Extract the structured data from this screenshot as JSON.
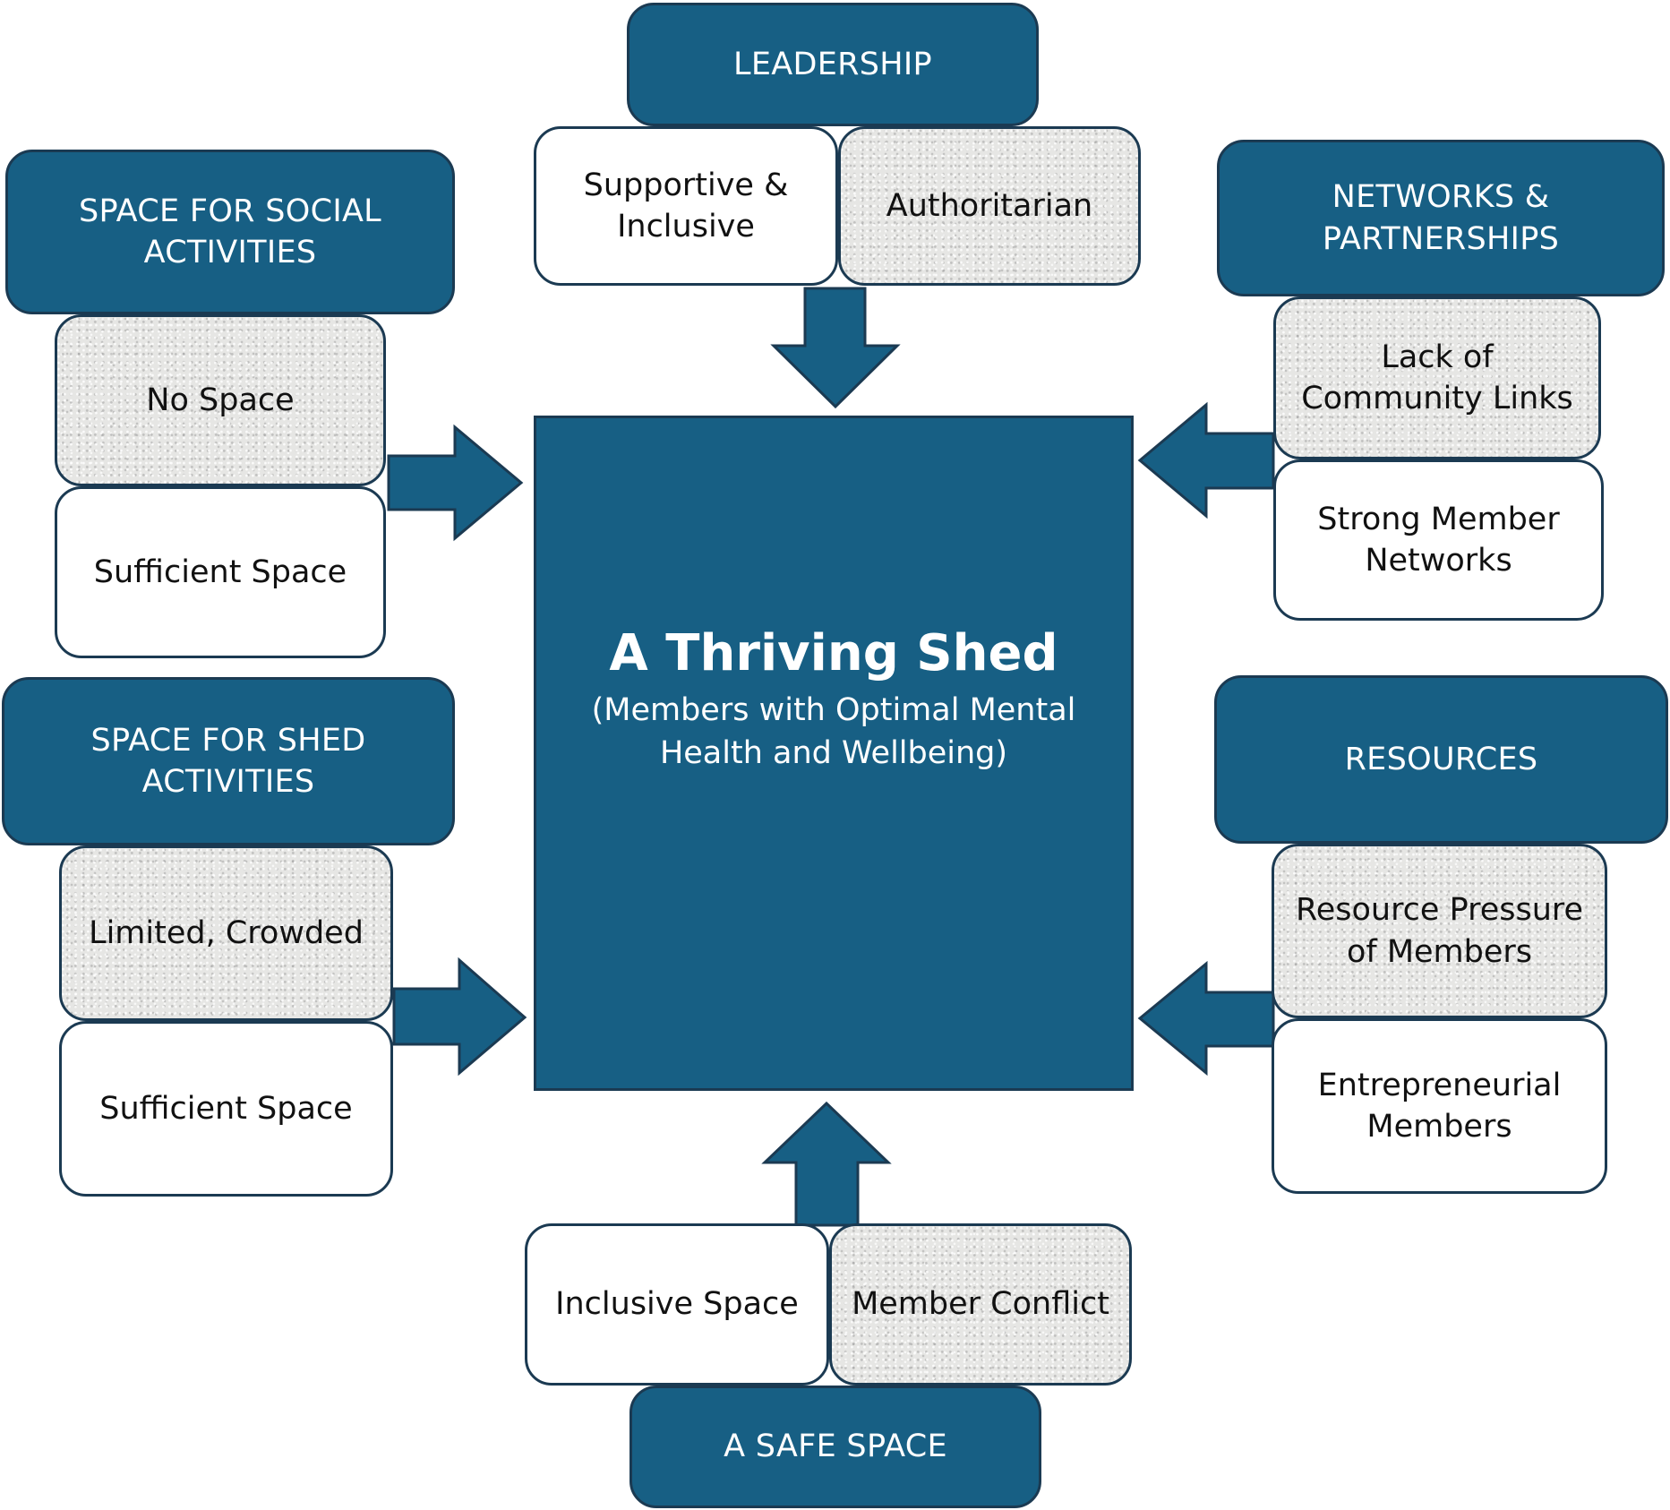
{
  "center": {
    "title": "A Thriving Shed",
    "subtitle": "(Members with Optimal Mental Health and Wellbeing)"
  },
  "factors": {
    "leadership": {
      "header": "LEADERSHIP",
      "positive": "Supportive & Inclusive",
      "negative": "Authoritarian"
    },
    "social_space": {
      "header": "SPACE FOR SOCIAL ACTIVITIES",
      "negative": "No Space",
      "positive": "Sufficient Space"
    },
    "shed_space": {
      "header": "SPACE FOR SHED ACTIVITIES",
      "negative": "Limited, Crowded",
      "positive": "Sufficient Space"
    },
    "networks": {
      "header": "NETWORKS & PARTNERSHIPS",
      "negative": "Lack of Community Links",
      "positive": "Strong Member Networks"
    },
    "resources": {
      "header": "RESOURCES",
      "negative": "Resource Pressure of Members",
      "positive": "Entrepreneurial Members"
    },
    "safe_space": {
      "header": "A SAFE SPACE",
      "positive": "Inclusive Space",
      "negative": "Member Conflict"
    }
  },
  "colors": {
    "primary": "#175f84",
    "border": "#1b3a52",
    "negative_fill": "#e6e6e4",
    "positive_fill": "#ffffff"
  }
}
